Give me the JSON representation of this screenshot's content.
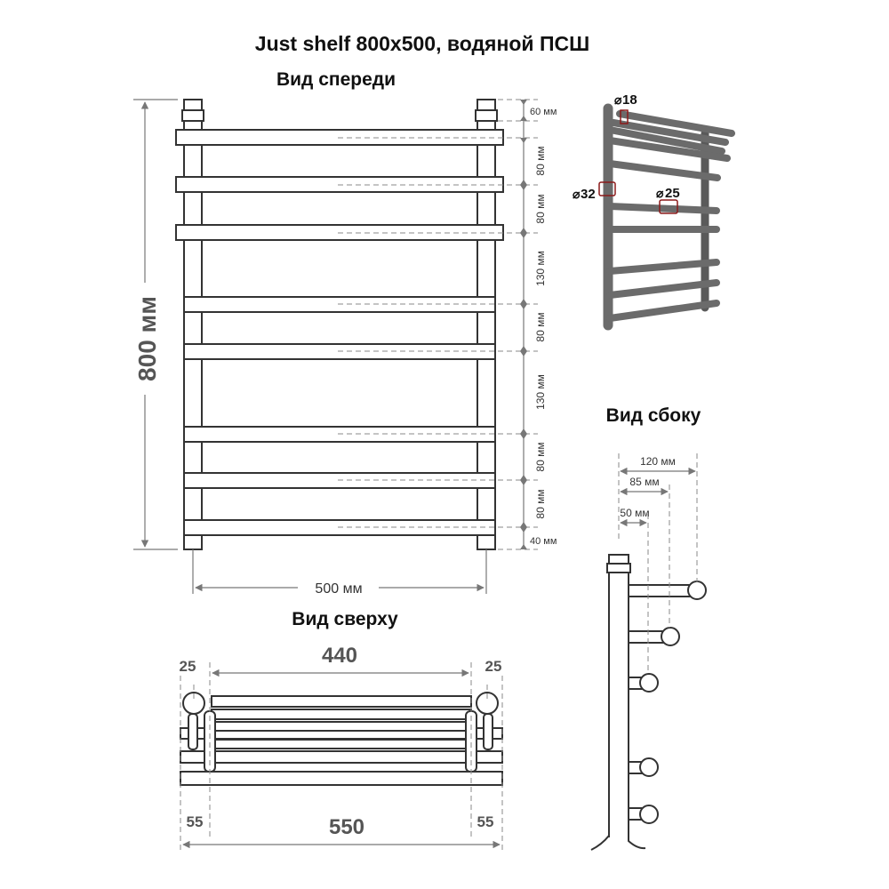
{
  "title": "Just shelf 800x500, водяной ПСШ",
  "views": {
    "front": "Вид спереди",
    "side": "Вид сбоку",
    "top": "Вид сверху"
  },
  "front_dims": {
    "height_total": "800 мм",
    "width_total": "500 мм",
    "segments": [
      "60 мм",
      "80 мм",
      "80 мм",
      "130 мм",
      "80 мм",
      "130 мм",
      "80 мм",
      "80 мм",
      "40 мм"
    ]
  },
  "diameters": {
    "d18": "18",
    "d32": "32",
    "d25": "25",
    "symbol": "⌀"
  },
  "side_dims": {
    "d120": "120 мм",
    "d85": "85 мм",
    "d50": "50 мм"
  },
  "top_dims": {
    "inner_width": "440",
    "left_offset_top": "25",
    "right_offset_top": "25",
    "total_width": "550",
    "left_offset_bottom": "55",
    "right_offset_bottom": "55"
  },
  "colors": {
    "outline": "#333333",
    "dimension": "#777777",
    "render_pipe": "#6b6b6b",
    "highlight": "#8b1a1a"
  }
}
